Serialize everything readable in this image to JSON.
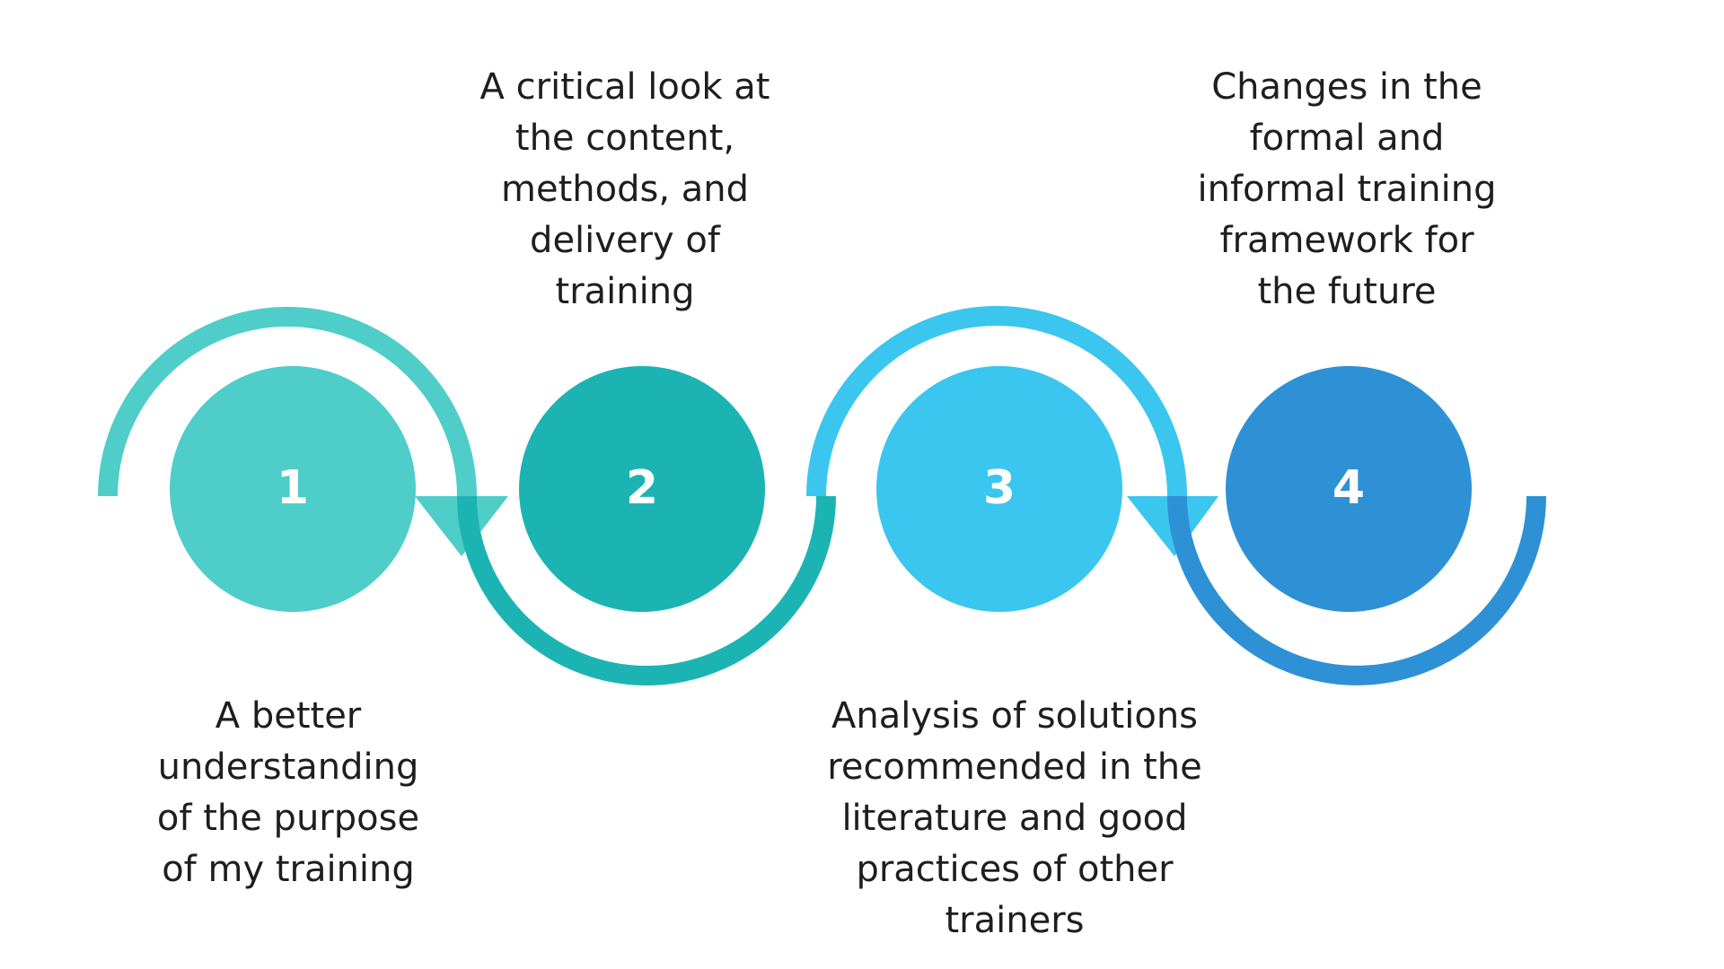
{
  "colors": {
    "step1": "#4ecdc9",
    "step2": "#1bb4b3",
    "step3": "#3ac6ee",
    "step4": "#2e91d5",
    "text": "#1e1e1e",
    "number": "#ffffff"
  },
  "steps": [
    {
      "number": "1",
      "lines": [
        "A better",
        "understanding",
        "of the purpose",
        "of my training"
      ]
    },
    {
      "number": "2",
      "lines": [
        "A critical look at",
        "the content,",
        "methods, and",
        "delivery of",
        "training"
      ]
    },
    {
      "number": "3",
      "lines": [
        "Analysis of solutions",
        "recommended in the",
        "literature and good",
        "practices of other",
        "trainers"
      ]
    },
    {
      "number": "4",
      "lines": [
        "Changes in the",
        "formal and",
        "informal training",
        "framework for",
        "the future"
      ]
    }
  ]
}
